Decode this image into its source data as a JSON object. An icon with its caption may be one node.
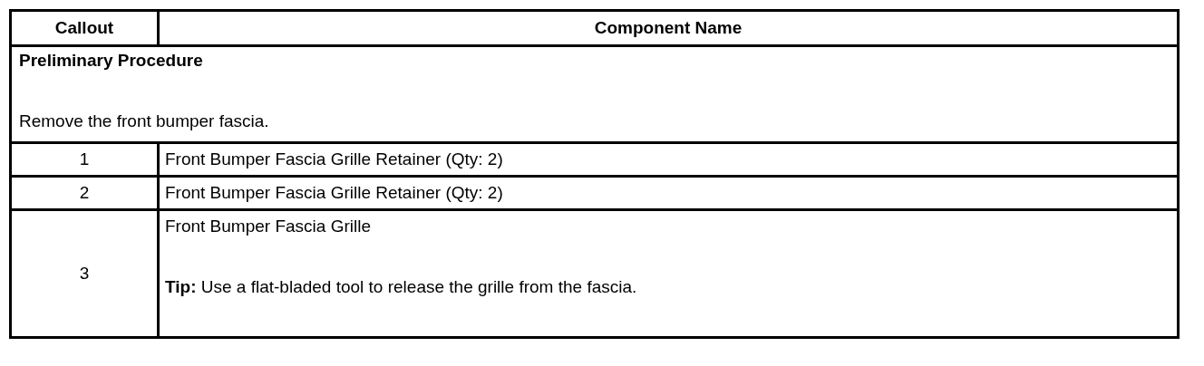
{
  "diagram": {
    "labels": [
      "Callout",
      "Component Name",
      "Preliminary Procedure",
      "Remove the front bumper fascia.",
      "1",
      "Front Bumper Fascia Grille Retainer (Qty: 2)",
      "2",
      "Front Bumper Fascia Grille Retainer (Qty: 2)",
      "3",
      "Front Bumper Fascia Grille",
      "**Tip:** Use a flat-bladed tool to release the grille from the fascia."
    ]
  }
}
